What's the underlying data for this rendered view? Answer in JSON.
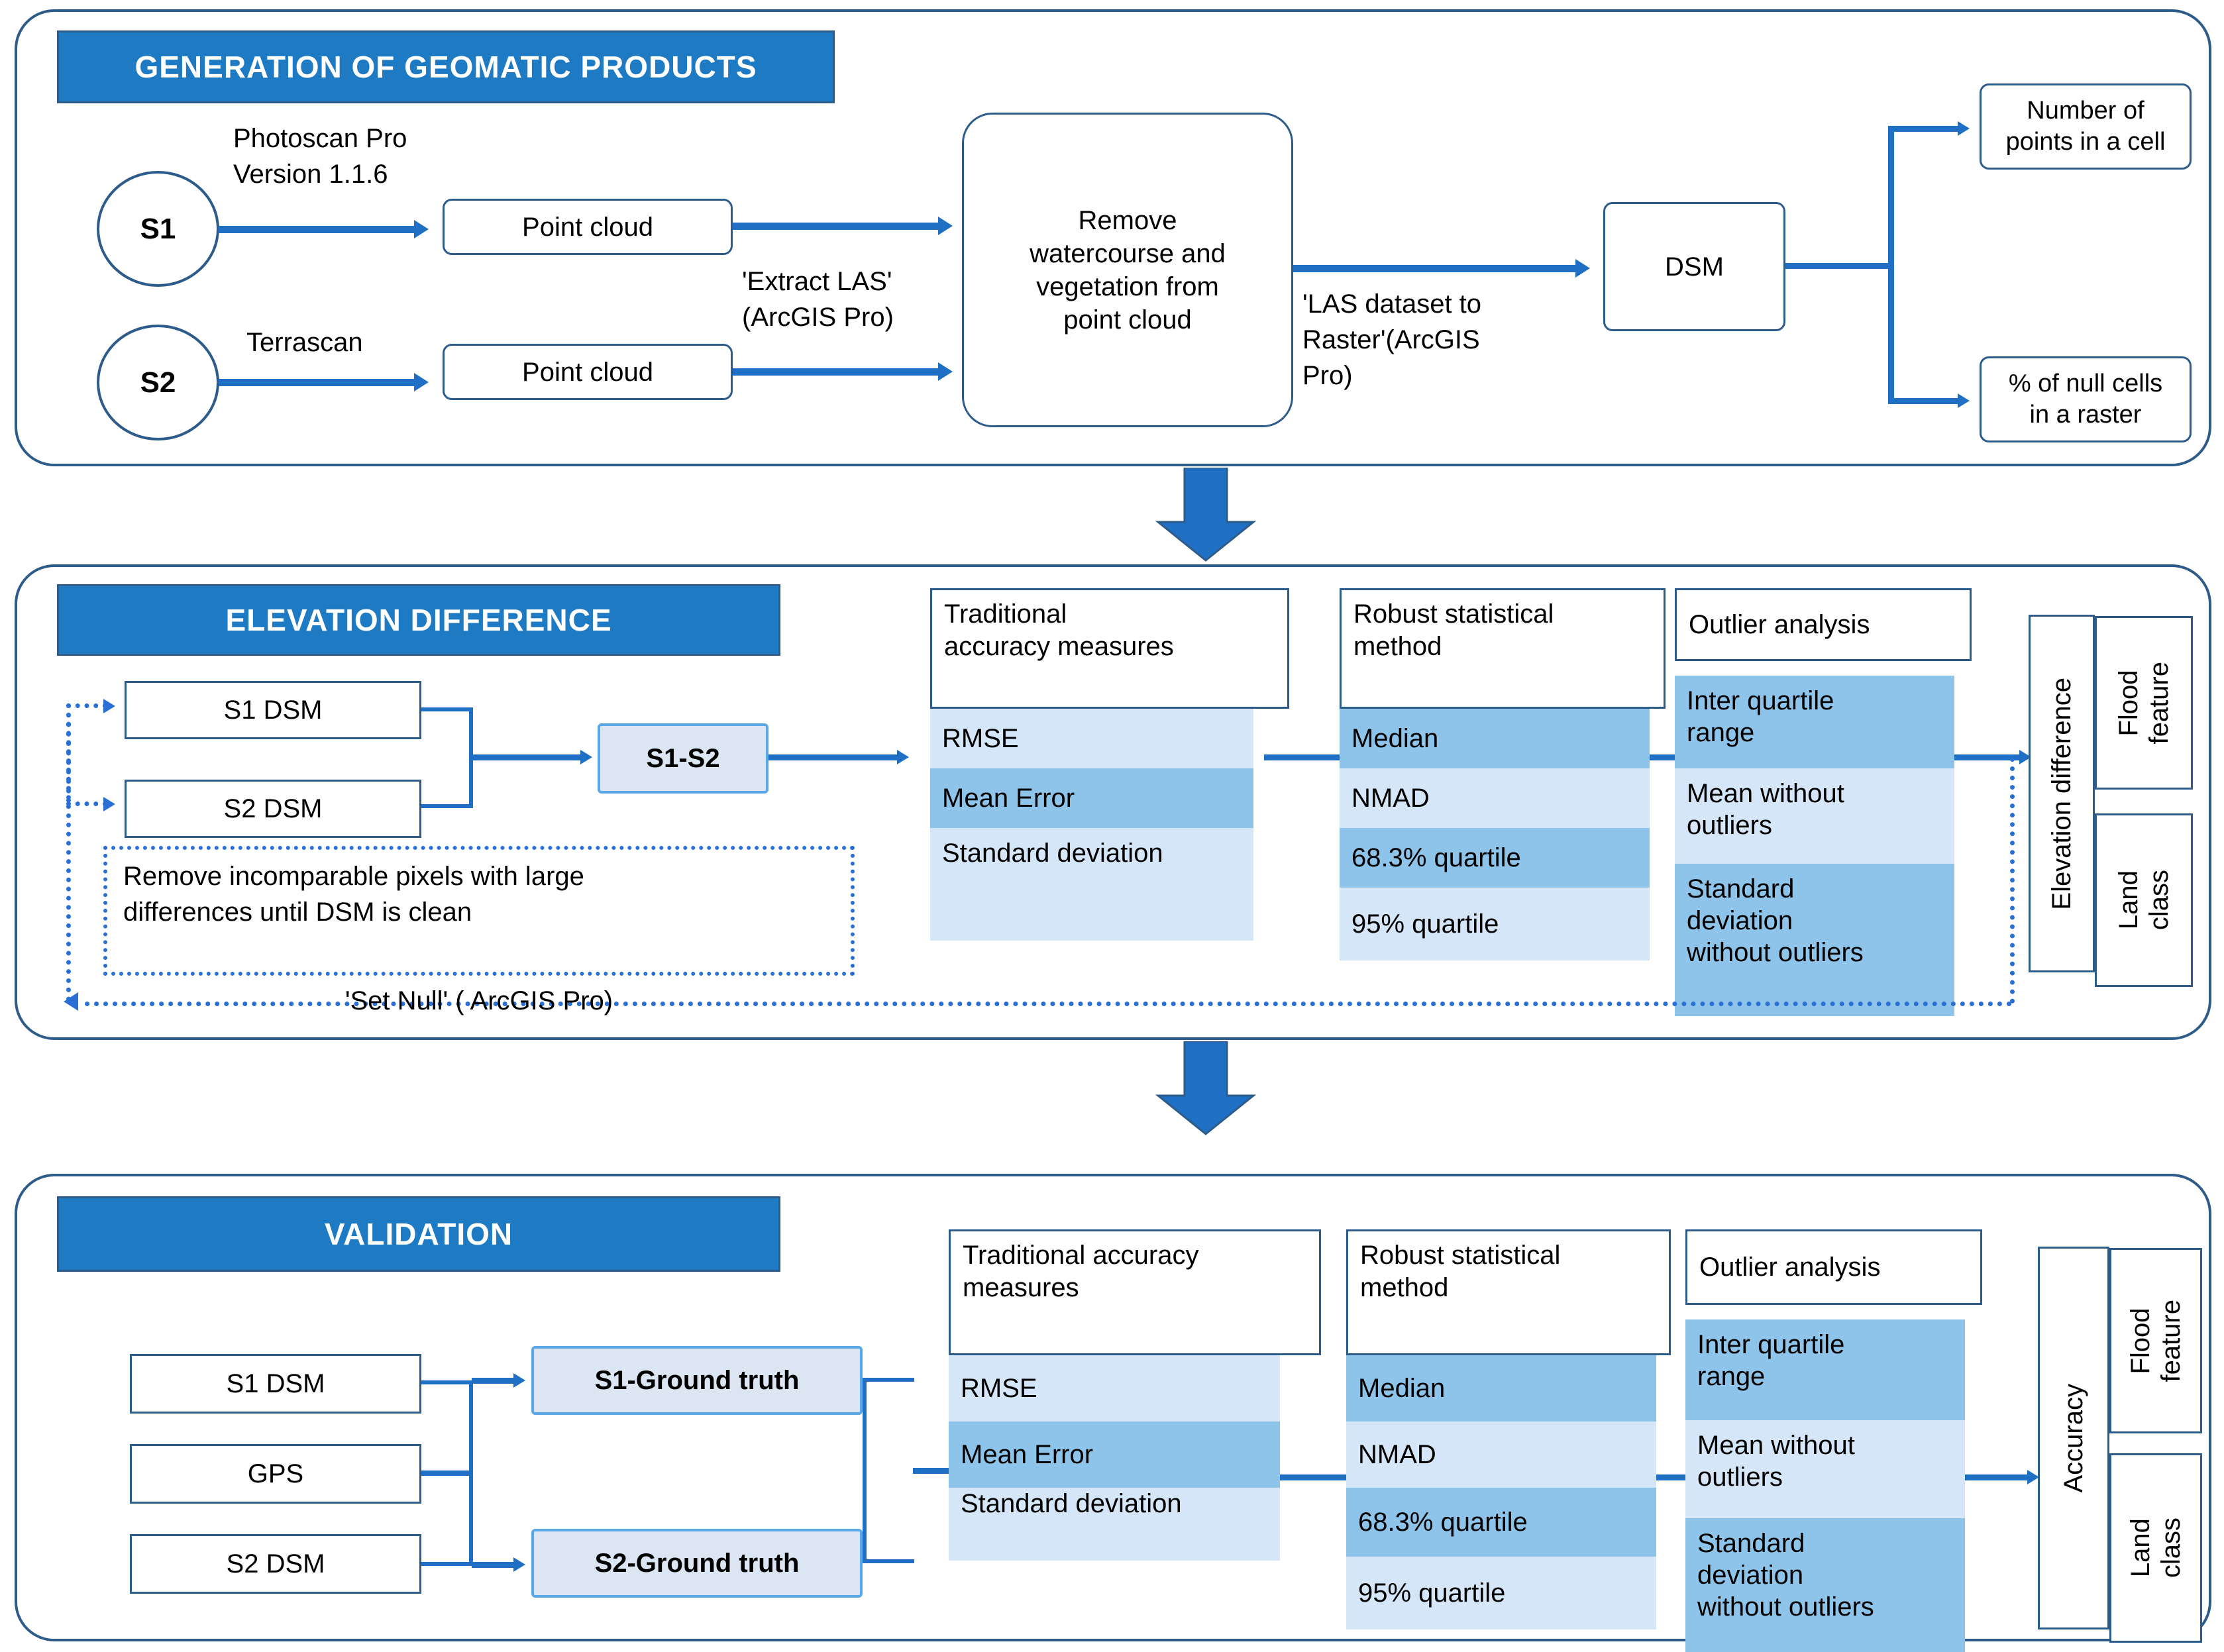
{
  "figure": {
    "title": "DSM generation, elevation difference and validation workflow",
    "colors": {
      "banner_fill": "#1f7ac4",
      "banner_text": "#ffffff",
      "box_border": "#2e5c8a",
      "arrow": "#1f6fc4",
      "dotted": "#2a6fd4",
      "cell_light": "#d4e6f7",
      "cell_dark": "#8fc4ea",
      "highlight_fill": "#dce6f2",
      "highlight_border": "#5aa9e6"
    }
  },
  "panel1": {
    "banner": "GENERATION OF GEOMATIC PRODUCTS",
    "source_s1": "S1",
    "source_s2": "S2",
    "label_s1_software": "Photoscan Pro\nVersion 1.1.6",
    "label_s2_software": "Terrascan",
    "point_cloud_s1": "Point cloud",
    "point_cloud_s2": "Point cloud",
    "label_extract_las": "'Extract LAS'\n(ArcGIS Pro)",
    "remove_box": "Remove\nwatercourse and\nvegetation from\npoint cloud",
    "label_las_to_raster": "'LAS dataset to\nRaster'(ArcGIS\nPro)",
    "dsm": "DSM",
    "output_points": "Number of\npoints in a cell",
    "output_null": "% of null cells\nin a raster"
  },
  "panel2": {
    "banner": "ELEVATION DIFFERENCE",
    "input_s1": "S1 DSM",
    "input_s2": "S2 DSM",
    "diff_box": "S1-S2",
    "note_box": "Remove incomparable pixels with large\ndifferences until DSM is clean",
    "note_caption": "'Set Null' ( ArcGIS Pro)",
    "col_traditional": {
      "header": "Traditional\naccuracy measures",
      "items": [
        {
          "label": "RMSE",
          "shade": "light"
        },
        {
          "label": "Mean Error",
          "shade": "dark"
        },
        {
          "label": "Standard deviation",
          "shade": "light"
        }
      ]
    },
    "col_robust": {
      "header": "Robust statistical\nmethod",
      "items": [
        {
          "label": "Median",
          "shade": "dark"
        },
        {
          "label": "NMAD",
          "shade": "light"
        },
        {
          "label": "68.3% quartile",
          "shade": "dark"
        },
        {
          "label": "95% quartile",
          "shade": "light"
        }
      ]
    },
    "col_outlier": {
      "header": "Outlier analysis",
      "items": [
        {
          "label": "Inter quartile\nrange",
          "shade": "dark"
        },
        {
          "label": "Mean without\noutliers",
          "shade": "light"
        },
        {
          "label": "Standard\ndeviation\nwithout outliers",
          "shade": "dark"
        }
      ]
    },
    "result_label": "Elevation difference",
    "result_flood": "Flood\nfeature",
    "result_land": "Land\nclass"
  },
  "panel3": {
    "banner": "VALIDATION",
    "input_s1": "S1 DSM",
    "input_gps": "GPS",
    "input_s2": "S2 DSM",
    "diff_s1": "S1-Ground truth",
    "diff_s2": "S2-Ground truth",
    "col_traditional": {
      "header": "Traditional accuracy\nmeasures",
      "items": [
        {
          "label": "RMSE",
          "shade": "light"
        },
        {
          "label": "Mean Error",
          "shade": "dark"
        },
        {
          "label": "Standard deviation",
          "shade": "light"
        }
      ]
    },
    "col_robust": {
      "header": "Robust statistical\nmethod",
      "items": [
        {
          "label": "Median",
          "shade": "dark"
        },
        {
          "label": "NMAD",
          "shade": "light"
        },
        {
          "label": "68.3% quartile",
          "shade": "dark"
        },
        {
          "label": "95% quartile",
          "shade": "light"
        }
      ]
    },
    "col_outlier": {
      "header": "Outlier analysis",
      "items": [
        {
          "label": "Inter quartile\nrange",
          "shade": "dark"
        },
        {
          "label": "Mean without\noutliers",
          "shade": "light"
        },
        {
          "label": "Standard\ndeviation\nwithout outliers",
          "shade": "dark"
        }
      ]
    },
    "result_label": "Accuracy",
    "result_flood": "Flood\nfeature",
    "result_land": "Land\nclass"
  }
}
